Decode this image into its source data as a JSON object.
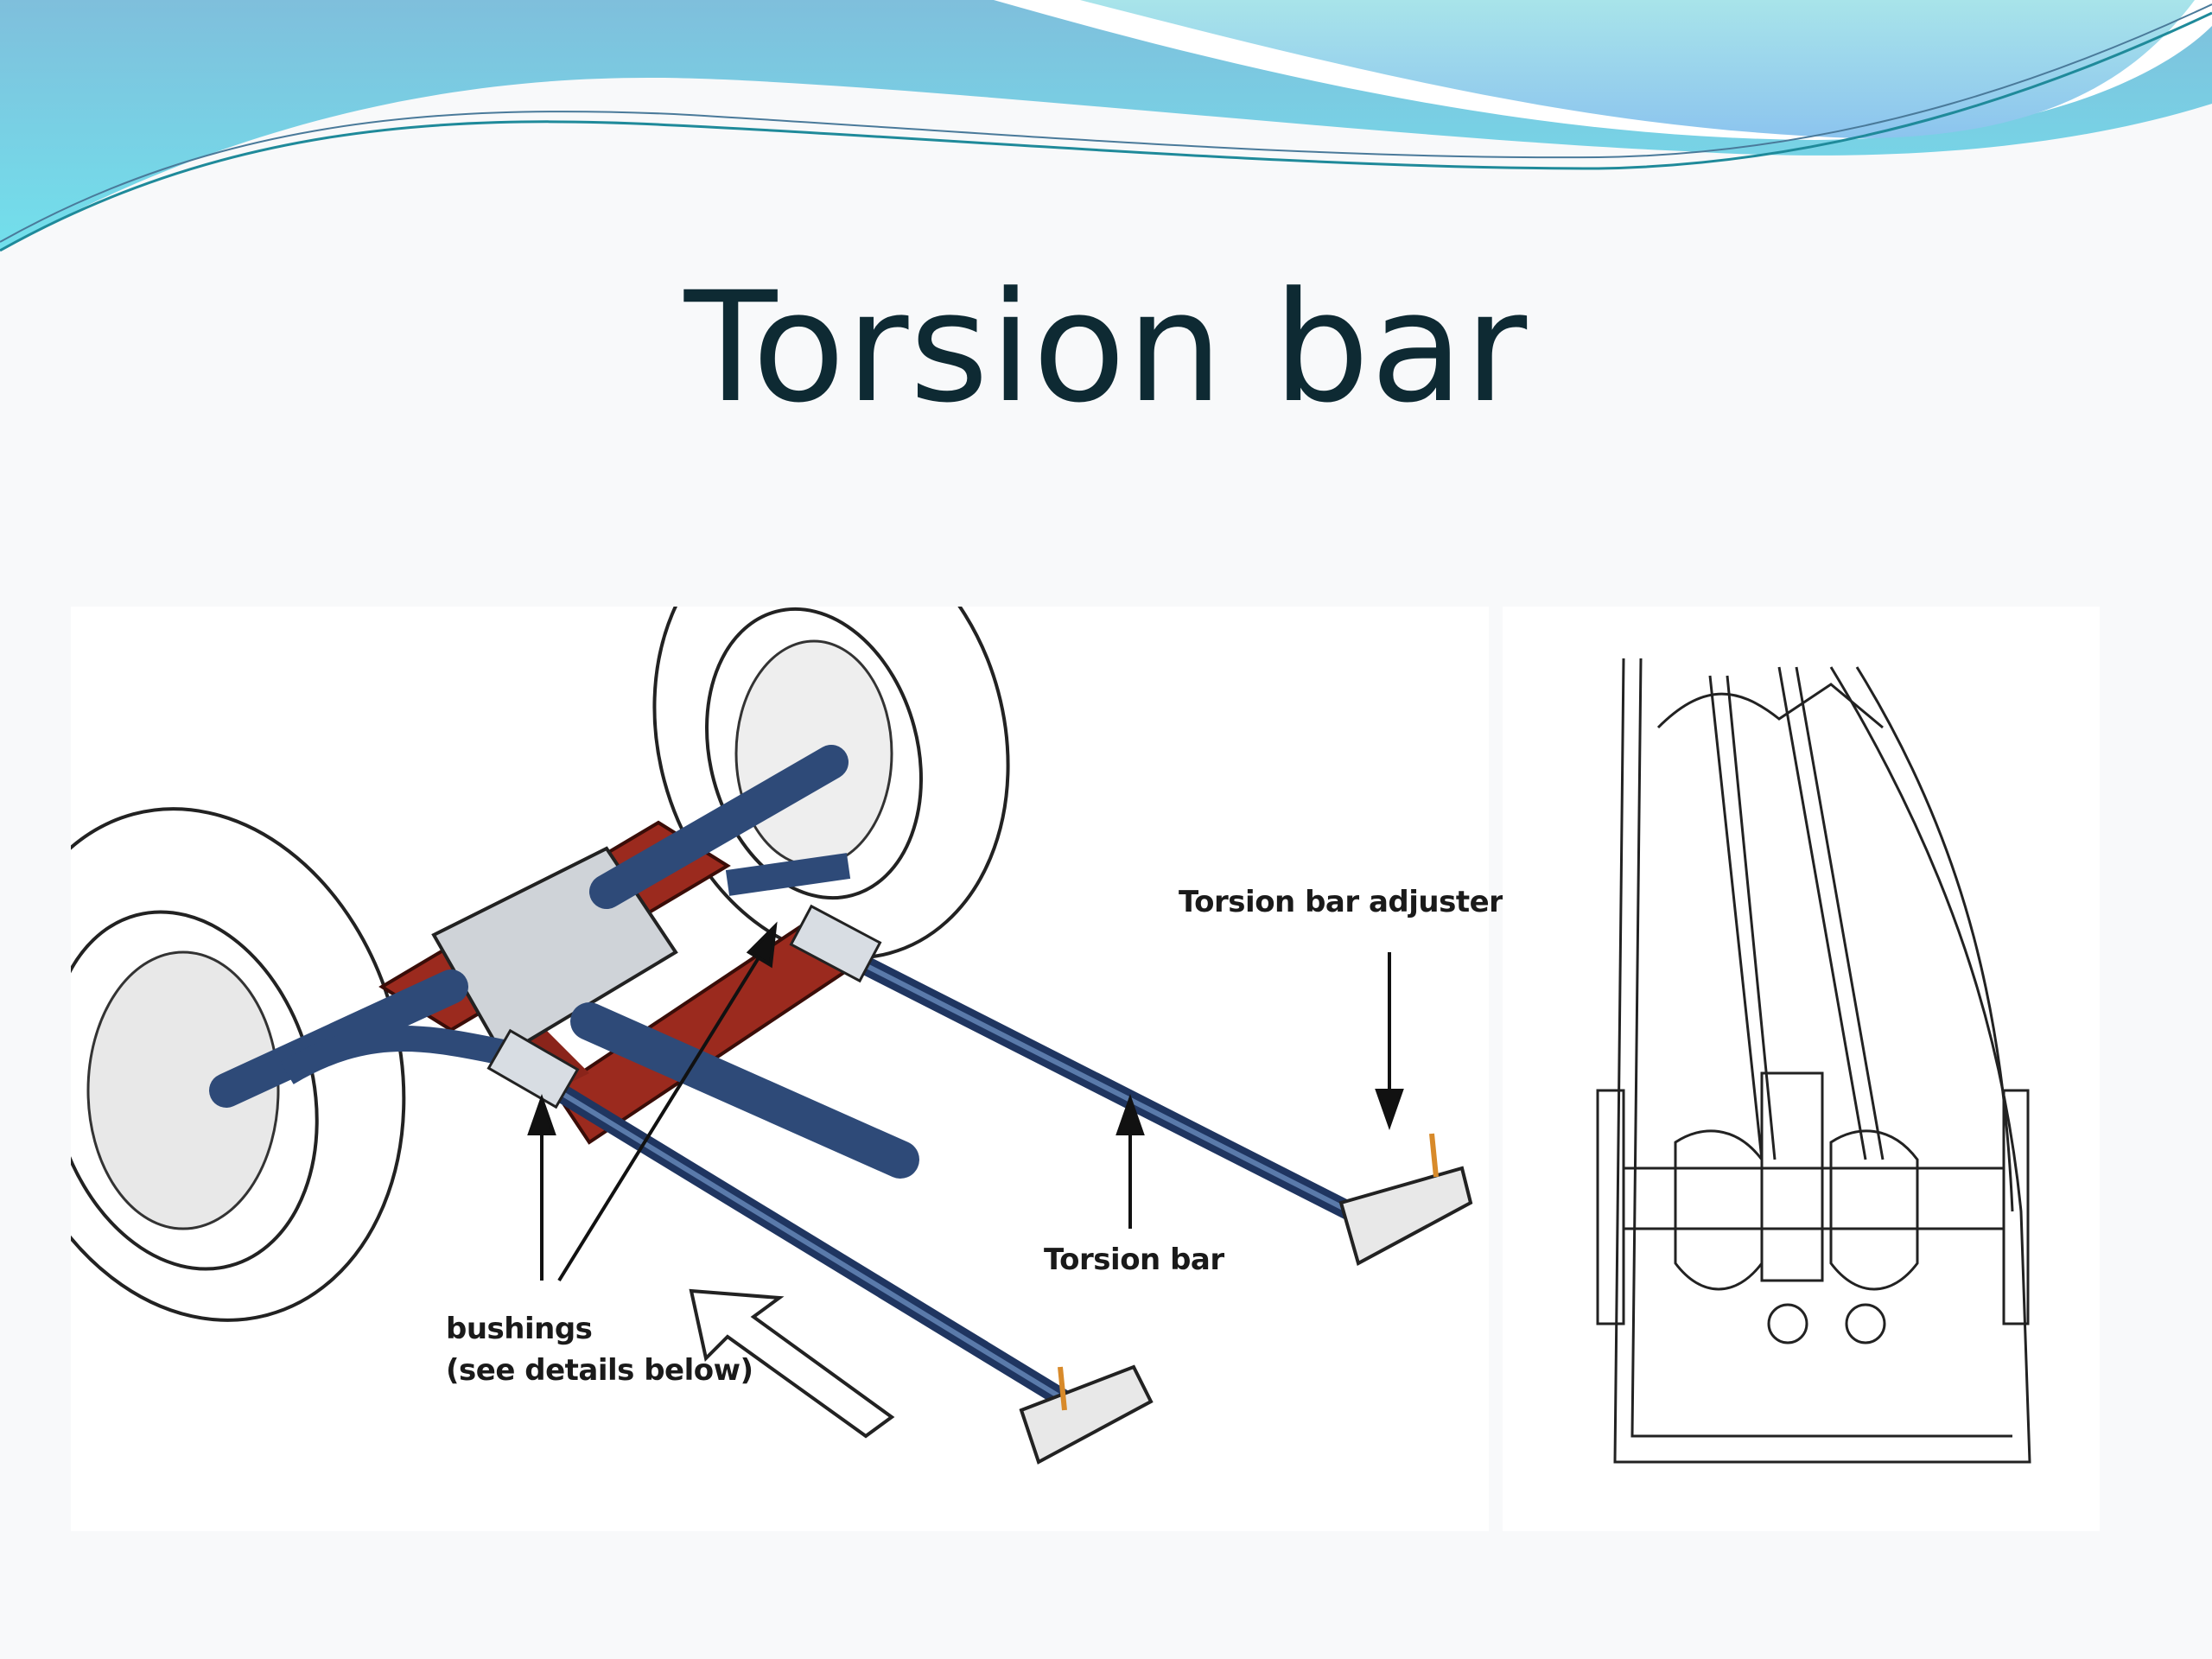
{
  "slide": {
    "title": "Torsion bar",
    "left_figure": {
      "labels": {
        "adjuster": "Torsion bar adjuster",
        "torsion_bar": "Torsion bar",
        "bushings": "bushings",
        "bushings_note": "(see details below)"
      }
    },
    "colors": {
      "title": "#0e2a33",
      "wave_blue": "#7ccfe4",
      "frame_red": "#9b2a1e",
      "bar_blue": "#2e4a78"
    }
  }
}
